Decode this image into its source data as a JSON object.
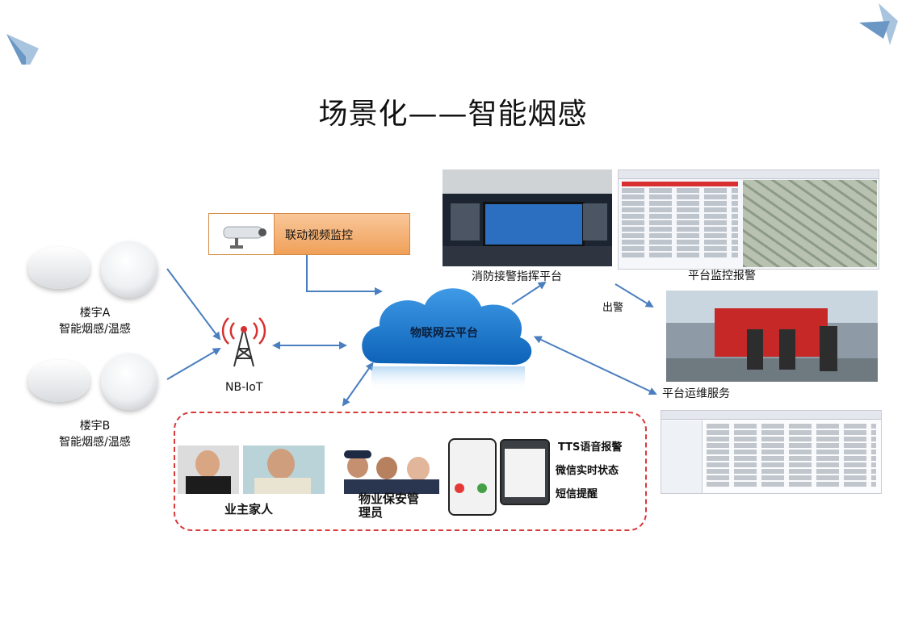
{
  "title": "场景化——智能烟感",
  "buildings": [
    {
      "name": "楼宇A",
      "device": "智能烟感/温感"
    },
    {
      "name": "楼宇B",
      "device": "智能烟感/温感"
    }
  ],
  "nbiot": "NB-IoT",
  "video": "联动视频监控",
  "cloud": "物联网云平台",
  "command_center": "消防接警指挥平台",
  "platform_monitor": "平台监控报警",
  "dispatch": "出警",
  "platform_ops": "平台运维服务",
  "owners": "业主家人",
  "security": "物业保安管理员",
  "features": [
    "TTS语音报警",
    "微信实时状态",
    "短信提醒"
  ],
  "colors": {
    "arrow": "#4a7fbf",
    "cloud": "#1e7fd0",
    "dash": "#d63a3a",
    "orange": "#f0a058"
  }
}
